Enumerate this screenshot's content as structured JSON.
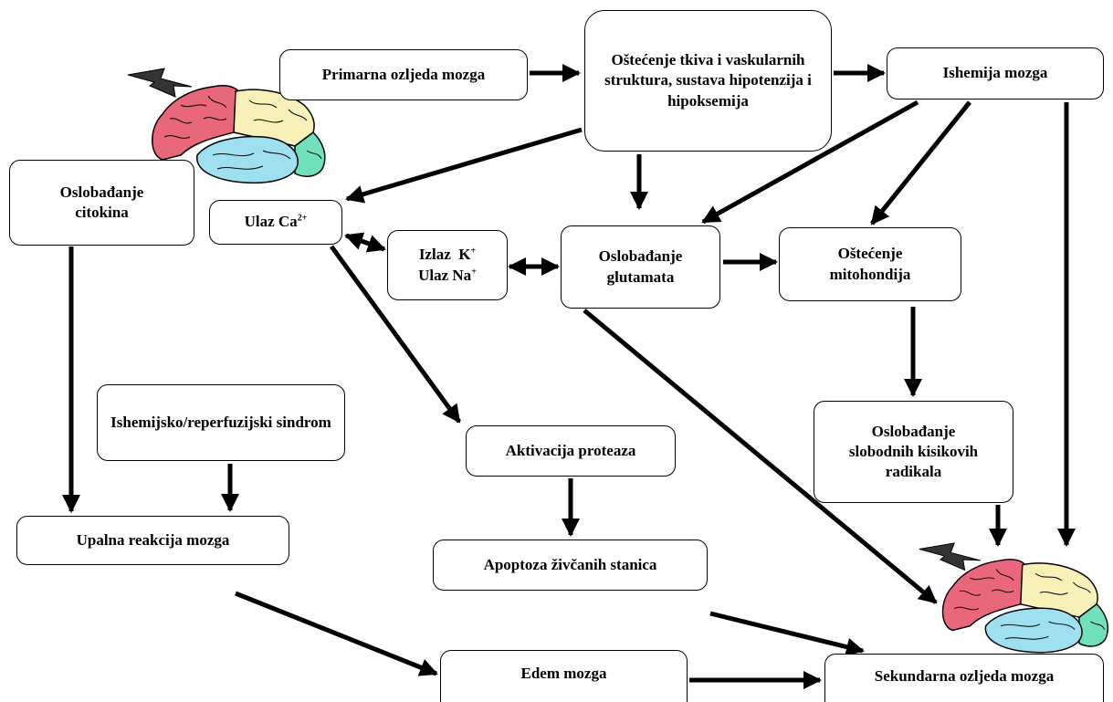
{
  "nodes": {
    "primarna": "Primarna ozljeda mozga",
    "ostecenje_tkiva": "Oštećenje tkiva i vaskularnih struktura, sustava hipotenzija i hipoksemija",
    "ishemija": "Ishemija mozga",
    "citokini": "Oslobađanje citokina",
    "ulaz_ca_prefix": "Ulaz Ca",
    "ulaz_ca_sup": "2+",
    "izlaz_k_prefix": "Izlaz  K",
    "izlaz_k_sup": "+",
    "ulaz_na_prefix": "Ulaz Na",
    "ulaz_na_sup": "+",
    "glutamat": "Oslobađanje glutamata",
    "mitohondrije": "Oštećenje mitohondija",
    "ishemijsko": "Ishemijsko/reperfuzijski sindrom",
    "proteaze": "Aktivacija proteaza",
    "radikali": "Oslobađanje slobodnih kisikovih radikala",
    "upalna": "Upalna reakcija mozga",
    "apoptoza": "Apoptoza živčanih stanica",
    "edem": "Edem mozga",
    "sekundarna": "Sekundarna ozljeda mozga"
  },
  "colors": {
    "frontal": "#e8677b",
    "parietal": "#f7f0b8",
    "temporal": "#9fe0f0",
    "occipital": "#6fe0b9",
    "lightning": "#333333"
  }
}
